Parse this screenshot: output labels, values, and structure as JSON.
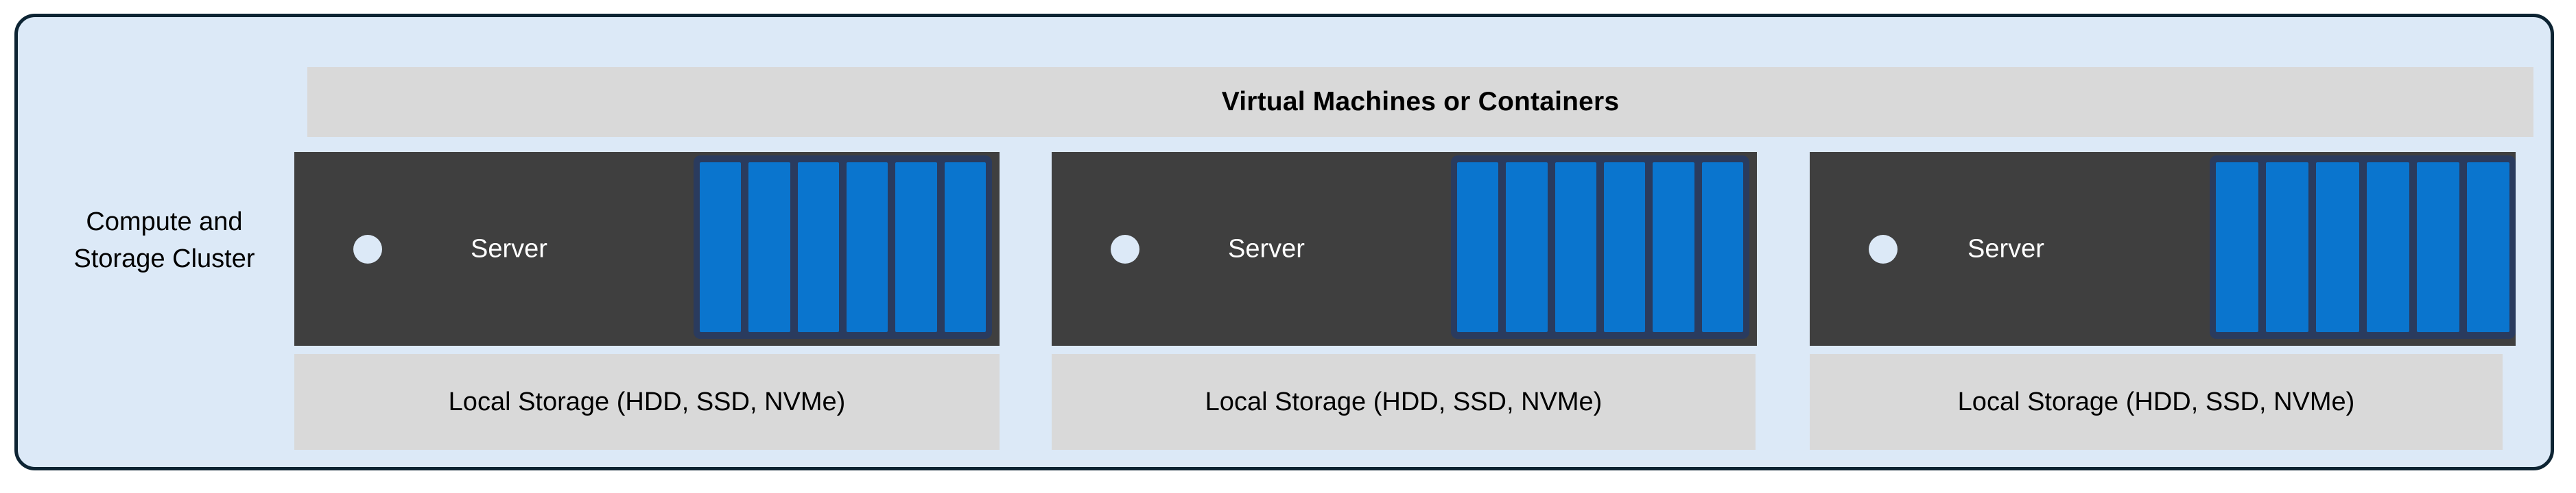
{
  "diagram": {
    "title": "Compute and Storage Cluster",
    "cluster_label": "Compute and\nStorage Cluster",
    "banner": {
      "label": "Virtual Machines or Containers"
    },
    "colors": {
      "frame_background": "#dce9f7",
      "frame_border": "#0d2433",
      "banner_background": "#d9d9d9",
      "server_background": "#3f3f3f",
      "drive_bay_border": "#2a3b5e",
      "drive_fill": "#0a75ce",
      "storage_background": "#d9d9d9",
      "led_fill": "#dce9f7",
      "server_text": "#ffffff",
      "body_text": "#000000"
    },
    "nodes": [
      {
        "id": "node-1",
        "server_label": "Server",
        "storage_label": "Local Storage (HDD, SSD, NVMe)",
        "drive_count": 6
      },
      {
        "id": "node-2",
        "server_label": "Server",
        "storage_label": "Local Storage (HDD, SSD, NVMe)",
        "drive_count": 6
      },
      {
        "id": "node-3",
        "server_label": "Server",
        "storage_label": "Local Storage (HDD, SSD, NVMe)",
        "drive_count": 6
      }
    ]
  }
}
